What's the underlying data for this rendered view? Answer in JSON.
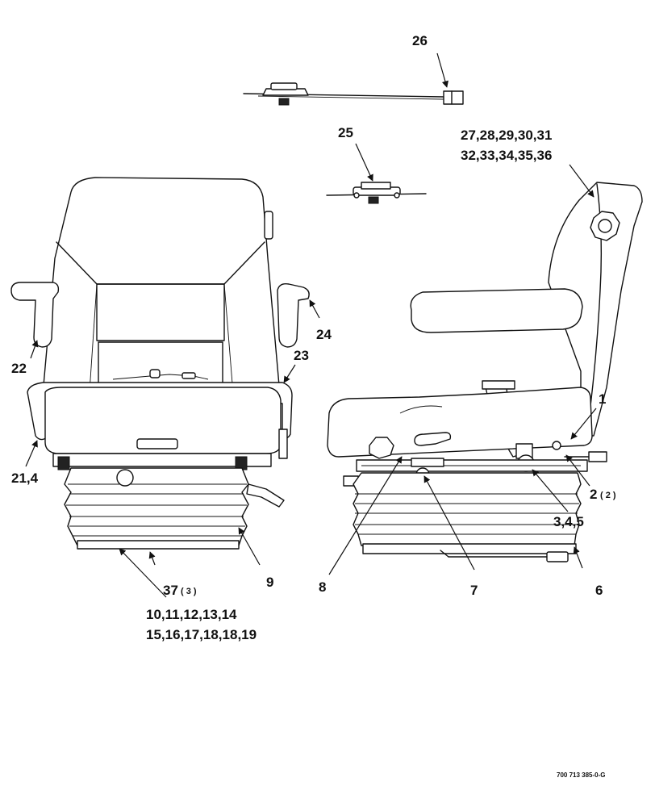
{
  "callouts": {
    "c26": "26",
    "c25": "25",
    "c27_31": "27,28,29,30,31",
    "c32_36": "32,33,34,35,36",
    "c24": "24",
    "c22": "22",
    "c23": "23",
    "c21_4": "21,4",
    "c1": "1",
    "c2": "2",
    "c2_note": "( 2 )",
    "c3_4_5": "3,4,5",
    "c37": "37",
    "c37_note": "( 3 )",
    "c9": "9",
    "c8": "8",
    "c7": "7",
    "c6": "6",
    "c10_14": "10,11,12,13,14",
    "c15_19": "15,16,17,18,18,19"
  },
  "doc_id": "700 713 385-0-G"
}
